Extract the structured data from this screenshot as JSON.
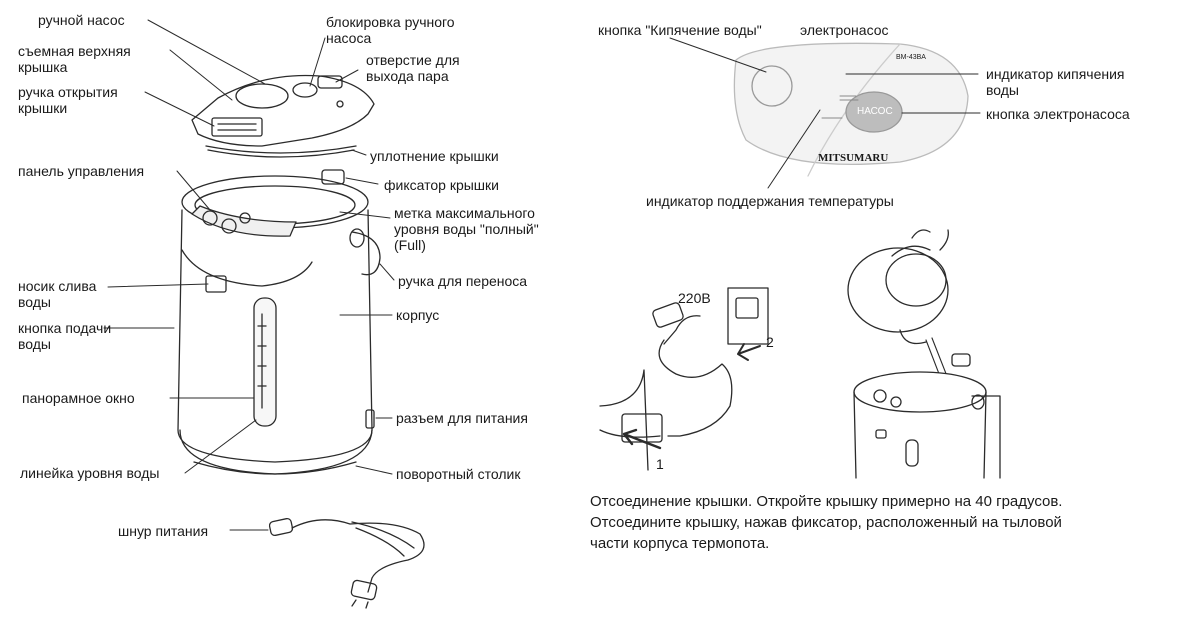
{
  "colors": {
    "line": "#2b2b2b",
    "panel_fill": "#f3f3f3",
    "button_fill": "#bdbdbd"
  },
  "labels": {
    "manual_pump": "ручной насос",
    "removable_lid": "съемная верхняя\nкрышка",
    "lid_open_handle": "ручка открытия\nкрышки",
    "control_panel": "панель управления",
    "spout": "носик слива\nводы",
    "dispense_button": "кнопка подачи\nводы",
    "panorama_window": "панорамное окно",
    "water_level_ruler": "линейка уровня воды",
    "pump_lock": "блокировка ручного\nнасоса",
    "steam_vent": "отверстие для\nвыхода пара",
    "lid_seal": "уплотнение крышки",
    "lid_latch": "фиксатор крышки",
    "max_mark": "метка максимального\nуровня воды \"полный\"\n(Full)",
    "carry_handle": "ручка для переноса",
    "body": "корпус",
    "power_socket": "разъем для питания",
    "swivel_base": "поворотный столик",
    "power_cord": "шнур питания"
  },
  "panel_labels": {
    "boil_button": "кнопка \"Кипячение воды\"",
    "electropump": "электронасос",
    "boil_indicator": "индикатор кипячения\nводы",
    "pump_button": "кнопка электронасоса",
    "keep_warm_indicator": "индикатор поддержания температуры"
  },
  "panel_print": {
    "model": "BM-43BA",
    "brand": "MITSUMARU",
    "pump_button_text": "НАСОС"
  },
  "connection": {
    "voltage": "220В",
    "step_1": "1",
    "step_2": "2"
  },
  "instructions": "Отсоединение крышки. Откройте крышку примерно на 40 градусов.\nОтсоедините крышку, нажав фиксатор, расположенный на тыловой\nчасти корпуса термопота."
}
